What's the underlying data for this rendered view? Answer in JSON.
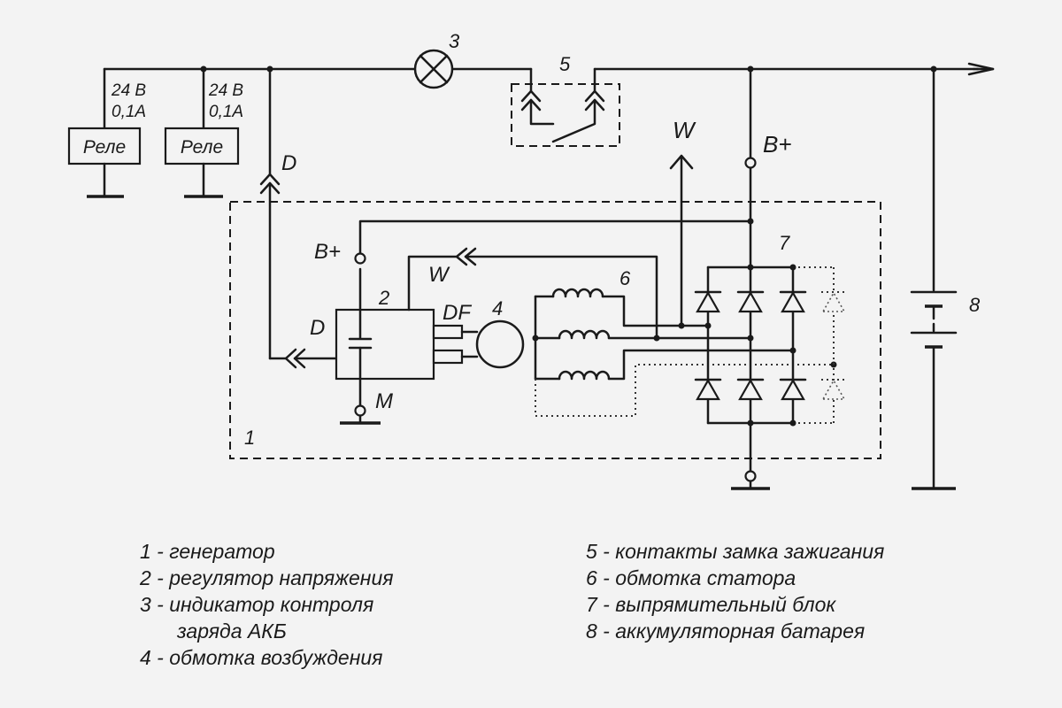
{
  "diagram": {
    "labels": {
      "n3": "3",
      "n5": "5",
      "n6": "6",
      "n7": "7",
      "n8": "8",
      "n4": "4",
      "n2": "2",
      "n1": "1",
      "relay1_voltage": "24 В",
      "relay1_current": "0,1А",
      "relay2_voltage": "24 В",
      "relay2_current": "0,1А",
      "relay1": "Реле",
      "relay2": "Реле",
      "d_top": "D",
      "d_reg": "D",
      "w_top": "W",
      "w_reg": "W",
      "b_plus_top": "B+",
      "b_plus_reg": "B+",
      "df": "DF",
      "m": "M"
    }
  },
  "legend": {
    "left": [
      {
        "text": "1 - генератор"
      },
      {
        "text": "2 - регулятор напряжения"
      },
      {
        "text": "3 - индикатор контроля"
      },
      {
        "text": "заряда АКБ",
        "cont": true
      },
      {
        "text": "4 - обмотка возбуждения"
      }
    ],
    "right": [
      {
        "text": "5 - контакты замка зажигания"
      },
      {
        "text": "6 - обмотка статора"
      },
      {
        "text": "7 - выпрямительный блок"
      },
      {
        "text": "8 - аккумуляторная батарея"
      }
    ]
  }
}
